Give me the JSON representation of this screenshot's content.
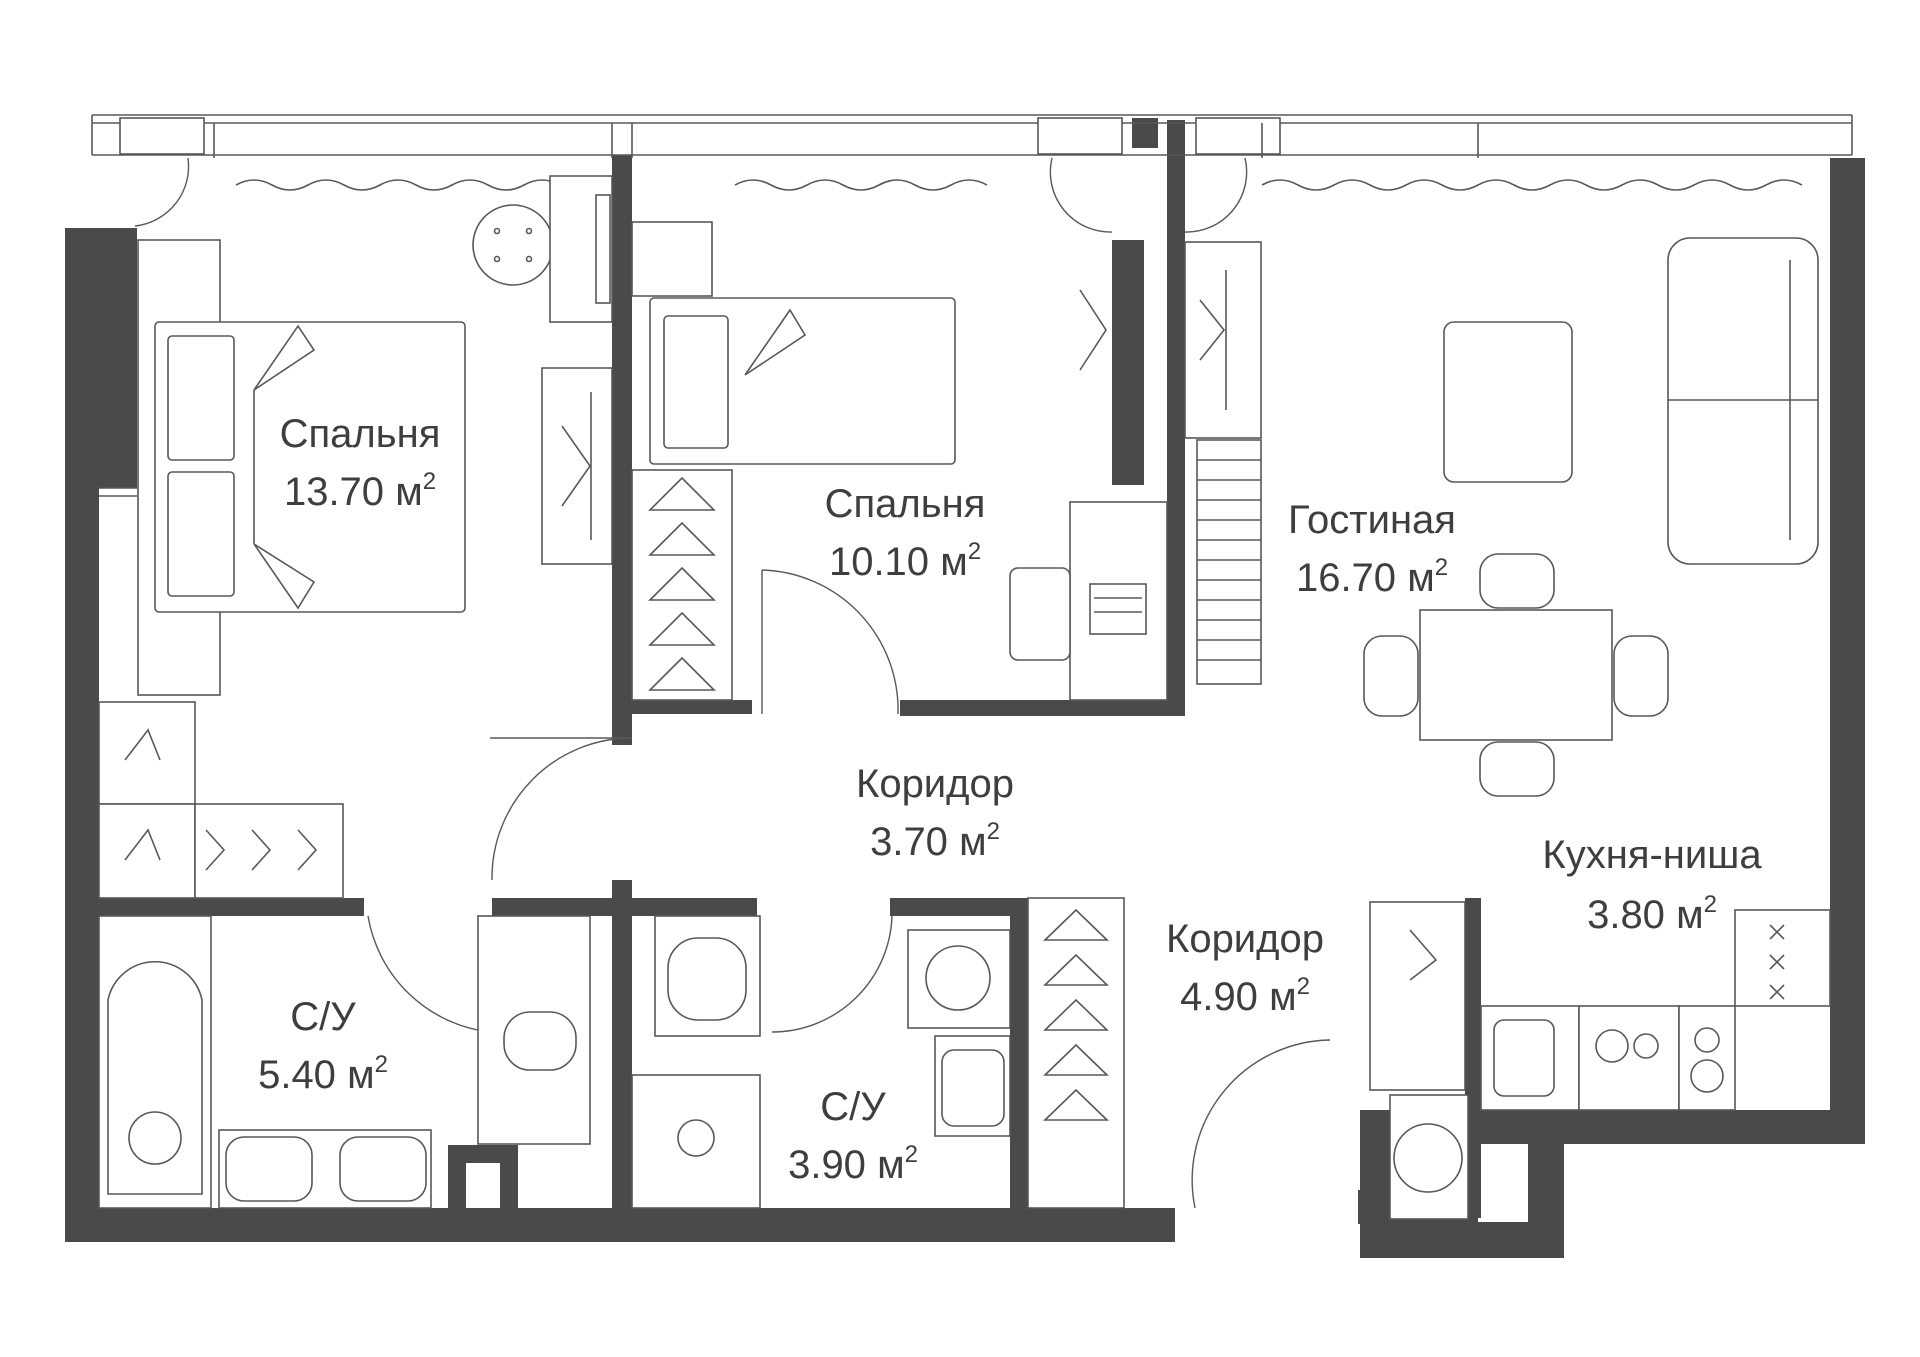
{
  "rooms": [
    {
      "id": "bedroom-1",
      "name": "Спальня",
      "area": "13.70",
      "unit": "м",
      "sup": "2"
    },
    {
      "id": "bedroom-2",
      "name": "Спальня",
      "area": "10.10",
      "unit": "м",
      "sup": "2"
    },
    {
      "id": "living",
      "name": "Гостиная",
      "area": "16.70",
      "unit": "м",
      "sup": "2"
    },
    {
      "id": "corridor-1",
      "name": "Коридор",
      "area": "3.70",
      "unit": "м",
      "sup": "2"
    },
    {
      "id": "kitchen",
      "name": "Кухня-ниша",
      "area": "3.80",
      "unit": "м",
      "sup": "2"
    },
    {
      "id": "corridor-2",
      "name": "Коридор",
      "area": "4.90",
      "unit": "м",
      "sup": "2"
    },
    {
      "id": "bathroom-1",
      "name": "С/У",
      "area": "5.40",
      "unit": "м",
      "sup": "2"
    },
    {
      "id": "bathroom-2",
      "name": "С/У",
      "area": "3.90",
      "unit": "м",
      "sup": "2"
    }
  ],
  "colors": {
    "wall": "#4a4a4c",
    "line": "#58585a",
    "background": "#ffffff"
  }
}
